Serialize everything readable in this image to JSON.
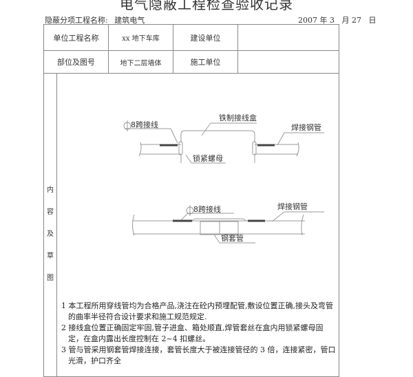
{
  "document": {
    "title": "电气隐蔽工程检查验收记录",
    "sub_project_label": "隐蔽分项工程名称:",
    "sub_project_value": "建筑电气",
    "date": "2007 年 3   月 27   日"
  },
  "table": {
    "row1": {
      "label1": "单位工程名称",
      "value1": "xx 地下车库",
      "label2": "建设单位",
      "value2": ""
    },
    "row2": {
      "label1": "部位及图号",
      "value1": "地下二层墙体",
      "label2": "施工单位",
      "value2": ""
    },
    "side_label": [
      "内",
      "容",
      "及",
      "草",
      "图"
    ]
  },
  "diagram1": {
    "jumper_label": "8跨接线",
    "box_label": "铁制接线盒",
    "pipe_label": "焊接钢管",
    "nut_label": "锁紧螺母"
  },
  "diagram2": {
    "jumper_label": "8跨接线",
    "pipe_label": "焊接钢管",
    "sleeve_label": "钢套管"
  },
  "notes": [
    "1 本工程所用穿线管均为合格产品,浇注在砼内预埋配管,敷设位置正确,接头及弯管的曲率半径符合设计要求和施工规范规定.",
    "2 接线盒位置正确固定牢固,管子进盒、箱处顺直,焊管套丝在盒内用锁紧螺母固定，在盒内露出长度控制在 2~4 扣螺丝。",
    "3 管与管采用钢套管焊接连接，套管长度大于被连接管径的 3 倍，连接紧密，管口光滑，护口齐全"
  ]
}
